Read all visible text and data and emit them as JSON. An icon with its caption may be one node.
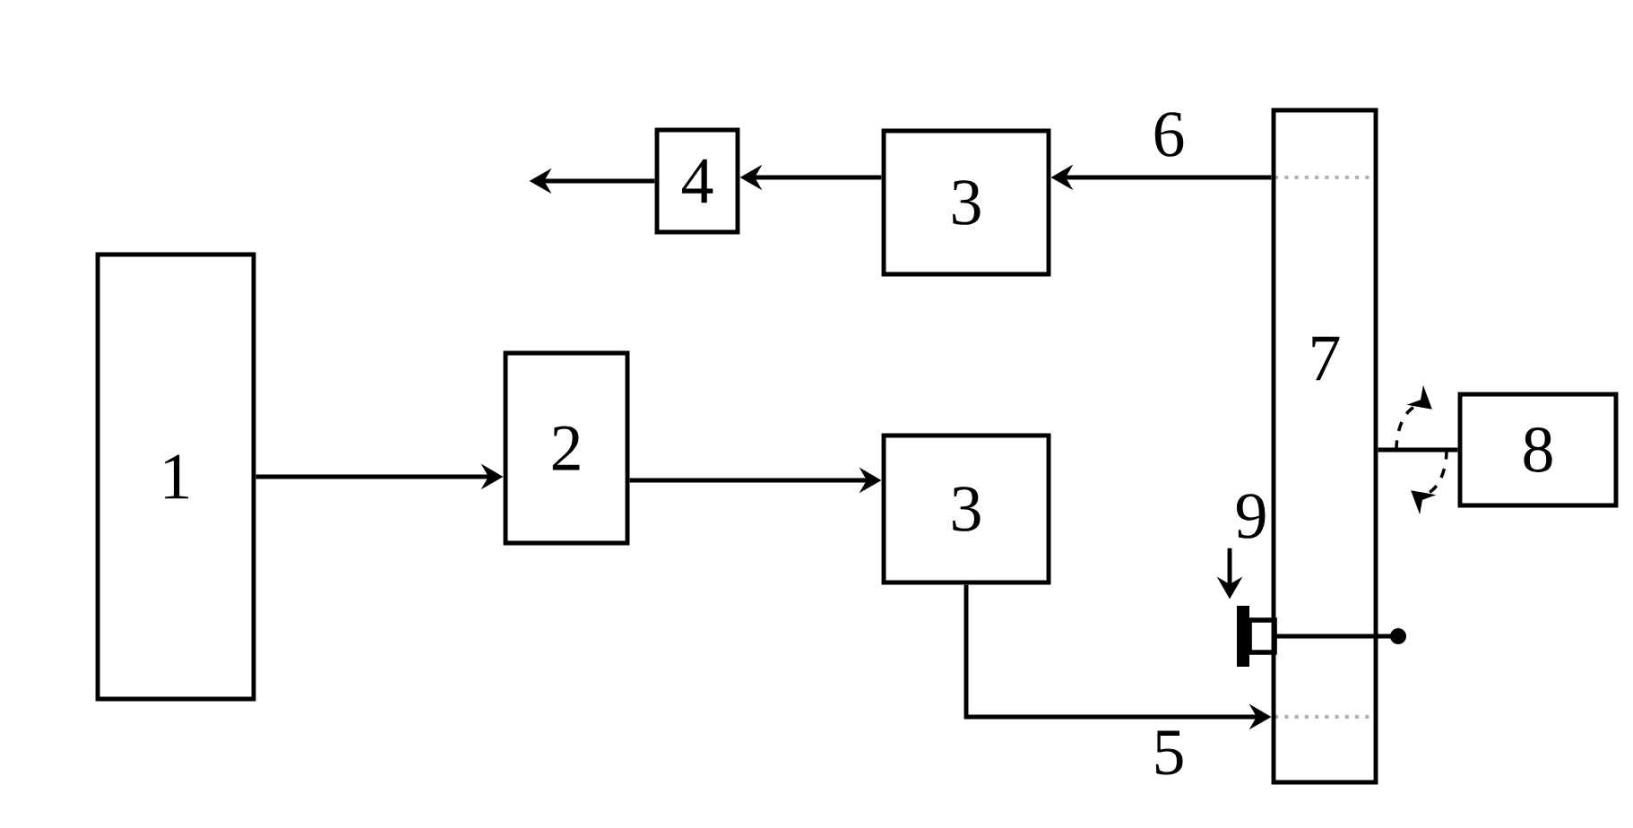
{
  "diagram": {
    "nodes": [
      {
        "text": [
          "1"
        ]
      },
      {
        "text": [
          "2"
        ]
      },
      {
        "text": [
          "3"
        ]
      },
      {
        "text": [
          "3"
        ]
      },
      {
        "text": [
          "4"
        ]
      },
      {
        "text": [
          "7"
        ]
      },
      {
        "text": [
          "8"
        ]
      },
      {
        "text": [
          "9"
        ]
      },
      {
        "text": [],
        "shape": "box"
      }
    ],
    "edges": [
      {
        "from": 0,
        "to": 1,
        "arrow": "to"
      },
      {
        "from": 1,
        "to": 2,
        "arrow": "to"
      },
      {
        "from": 2,
        "to": 5,
        "arrow": "to",
        "label": "5"
      },
      {
        "from": 5,
        "to": 3,
        "arrow": "to",
        "label": "6"
      },
      {
        "from": 3,
        "to": 4,
        "arrow": "to"
      },
      {
        "from": 4,
        "to": null,
        "arrow": "to"
      },
      {
        "from": 6,
        "to": 5,
        "arrow": "none"
      },
      {
        "from": 7,
        "to": 8,
        "arrow": "to"
      }
    ]
  }
}
